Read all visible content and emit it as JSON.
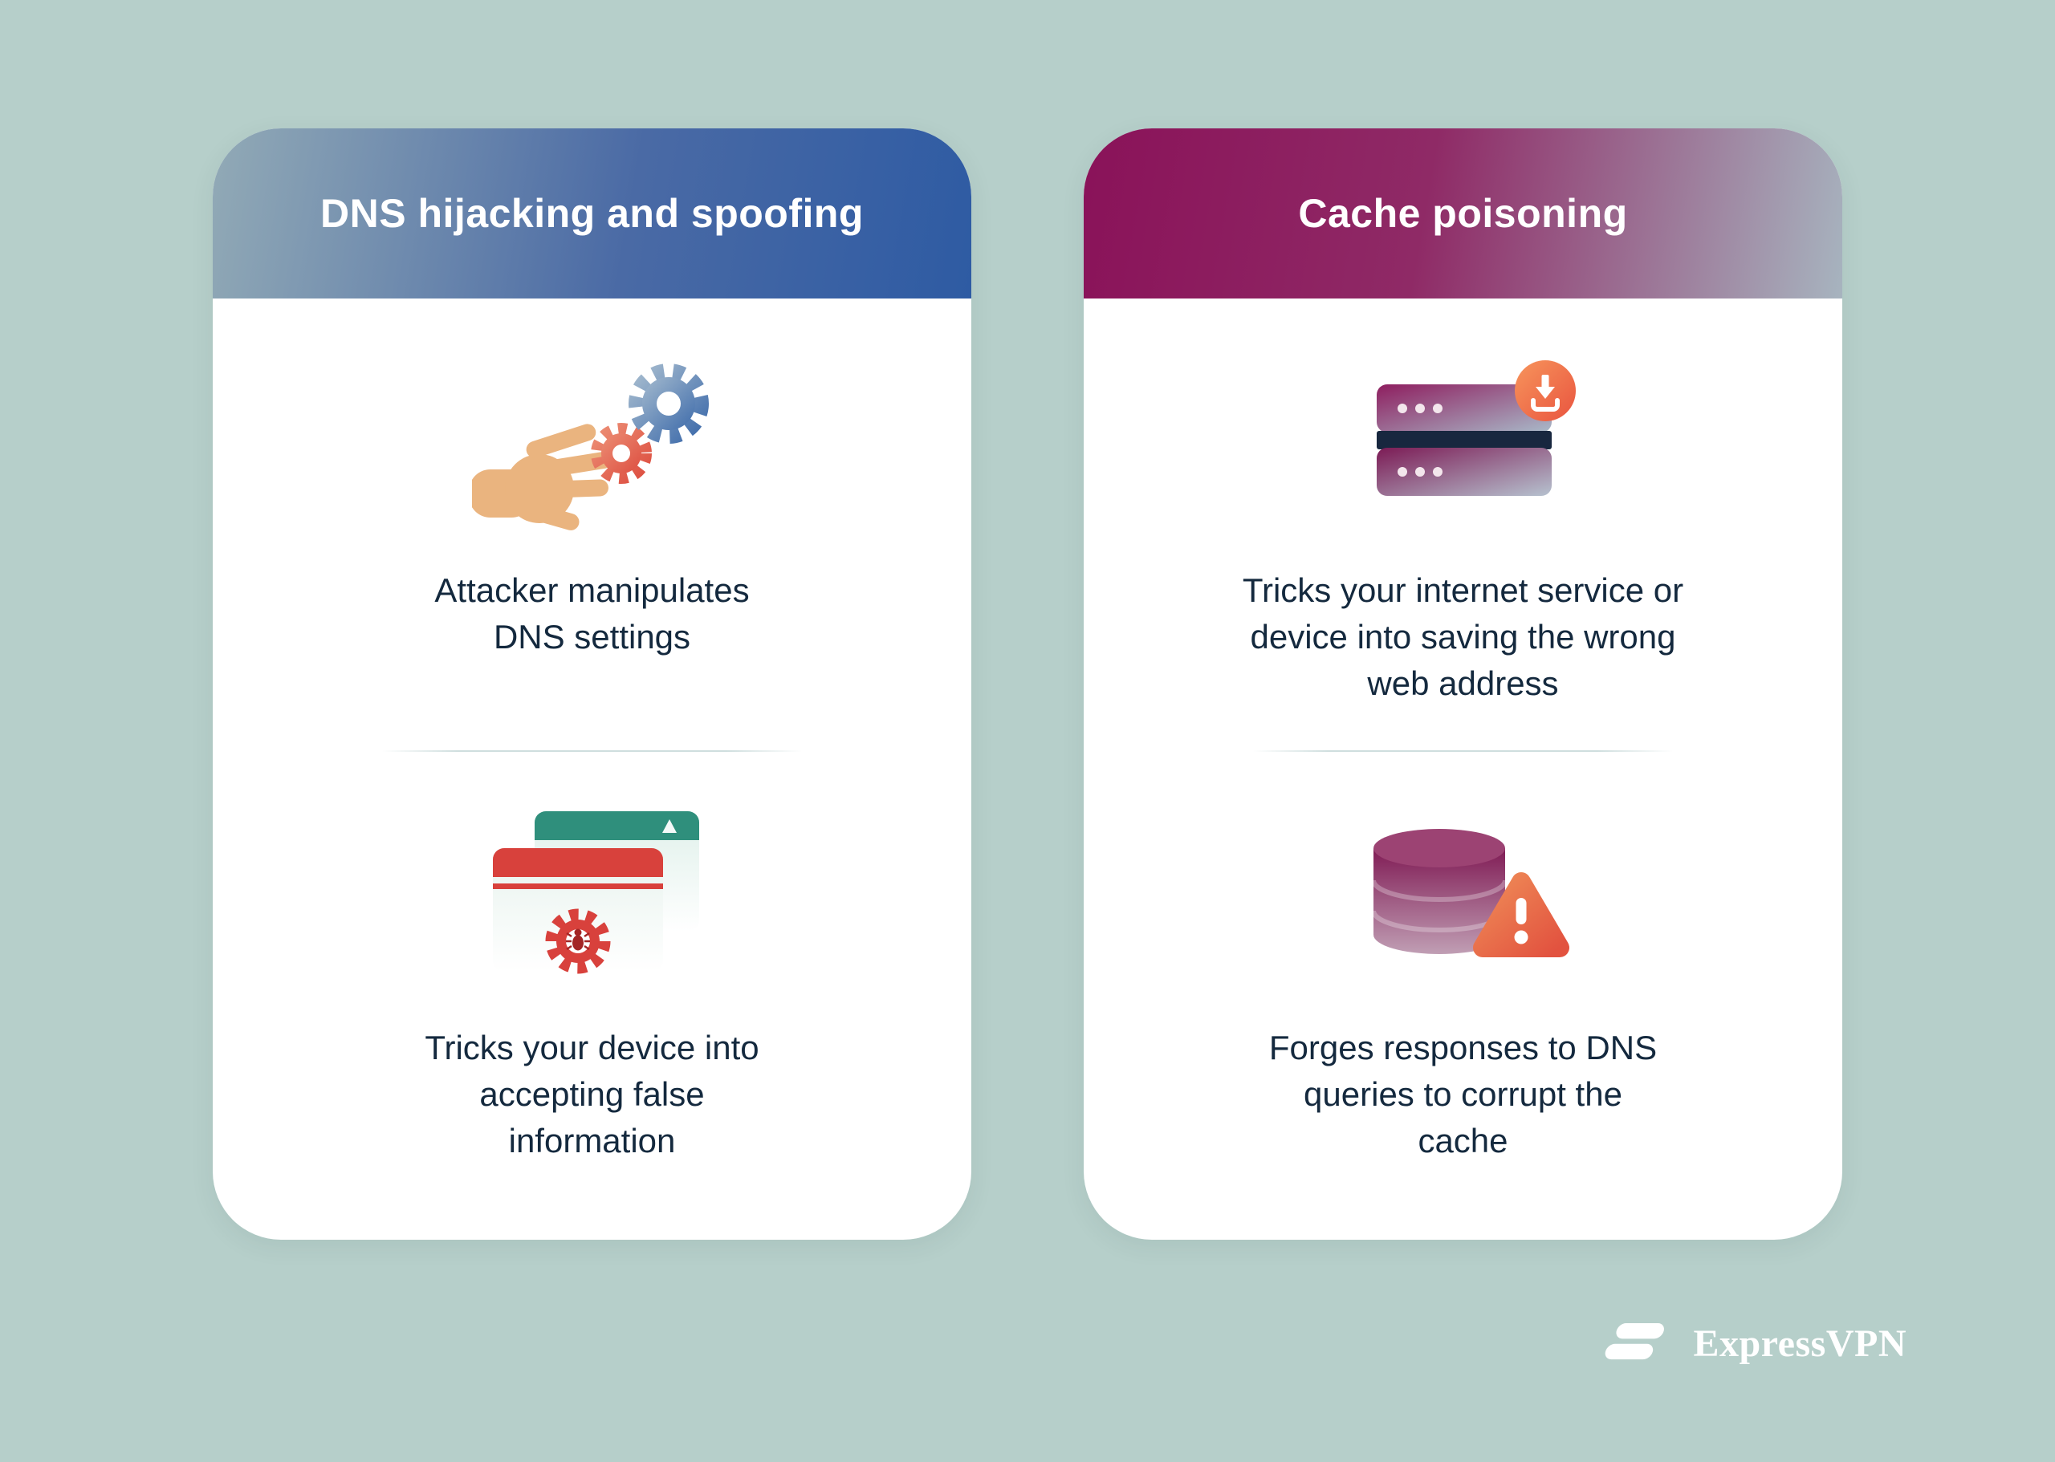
{
  "page": {
    "background_color": "#b6cfca",
    "text_color": "#14293e"
  },
  "cards": [
    {
      "id": "dns-hijacking",
      "title": "DNS hijacking and spoofing",
      "header_gradient": [
        "#92aab6",
        "#2e5ba3"
      ],
      "items": [
        {
          "icon": "hand-gears-icon",
          "text": "Attacker manipulates DNS settings"
        },
        {
          "icon": "browser-malware-icon",
          "text": "Tricks your device into accepting false information"
        }
      ]
    },
    {
      "id": "cache-poisoning",
      "title": "Cache poisoning",
      "header_gradient": [
        "#8a1259",
        "#a7b4bf"
      ],
      "items": [
        {
          "icon": "server-download-icon",
          "text": "Tricks your internet service or device into saving the wrong web address"
        },
        {
          "icon": "database-warning-icon",
          "text": "Forges responses to DNS queries to corrupt the cache"
        }
      ]
    }
  ],
  "footer": {
    "brand": "ExpressVPN"
  },
  "colors": {
    "accent_blue": "#2e5ba3",
    "accent_magenta": "#8a1259",
    "accent_red": "#d8413c",
    "accent_orange": "#e9543f",
    "accent_teal": "#2f8f7c",
    "hand_tan": "#eab47f",
    "dark_navy": "#18273f"
  }
}
